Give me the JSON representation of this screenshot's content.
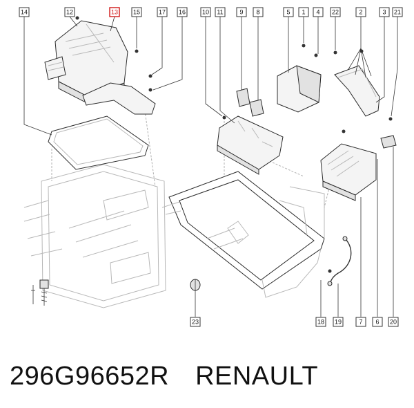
{
  "diagram": {
    "highlight_color": "#d01818",
    "callouts": [
      {
        "label": "14",
        "highlighted": false
      },
      {
        "label": "12",
        "highlighted": false
      },
      {
        "label": "13",
        "highlighted": true
      },
      {
        "label": "15",
        "highlighted": false
      },
      {
        "label": "17",
        "highlighted": false
      },
      {
        "label": "16",
        "highlighted": false
      },
      {
        "label": "10",
        "highlighted": false
      },
      {
        "label": "11",
        "highlighted": false
      },
      {
        "label": "9",
        "highlighted": false
      },
      {
        "label": "8",
        "highlighted": false
      },
      {
        "label": "5",
        "highlighted": false
      },
      {
        "label": "1",
        "highlighted": false
      },
      {
        "label": "4",
        "highlighted": false
      },
      {
        "label": "22",
        "highlighted": false
      },
      {
        "label": "2",
        "highlighted": false
      },
      {
        "label": "3",
        "highlighted": false
      },
      {
        "label": "21",
        "highlighted": false
      },
      {
        "label": "23",
        "highlighted": false
      },
      {
        "label": "18",
        "highlighted": false
      },
      {
        "label": "19",
        "highlighted": false
      },
      {
        "label": "7",
        "highlighted": false
      },
      {
        "label": "6",
        "highlighted": false
      },
      {
        "label": "20",
        "highlighted": false
      }
    ]
  },
  "caption": {
    "part_number": "296G96652R",
    "brand": "RENAULT"
  }
}
